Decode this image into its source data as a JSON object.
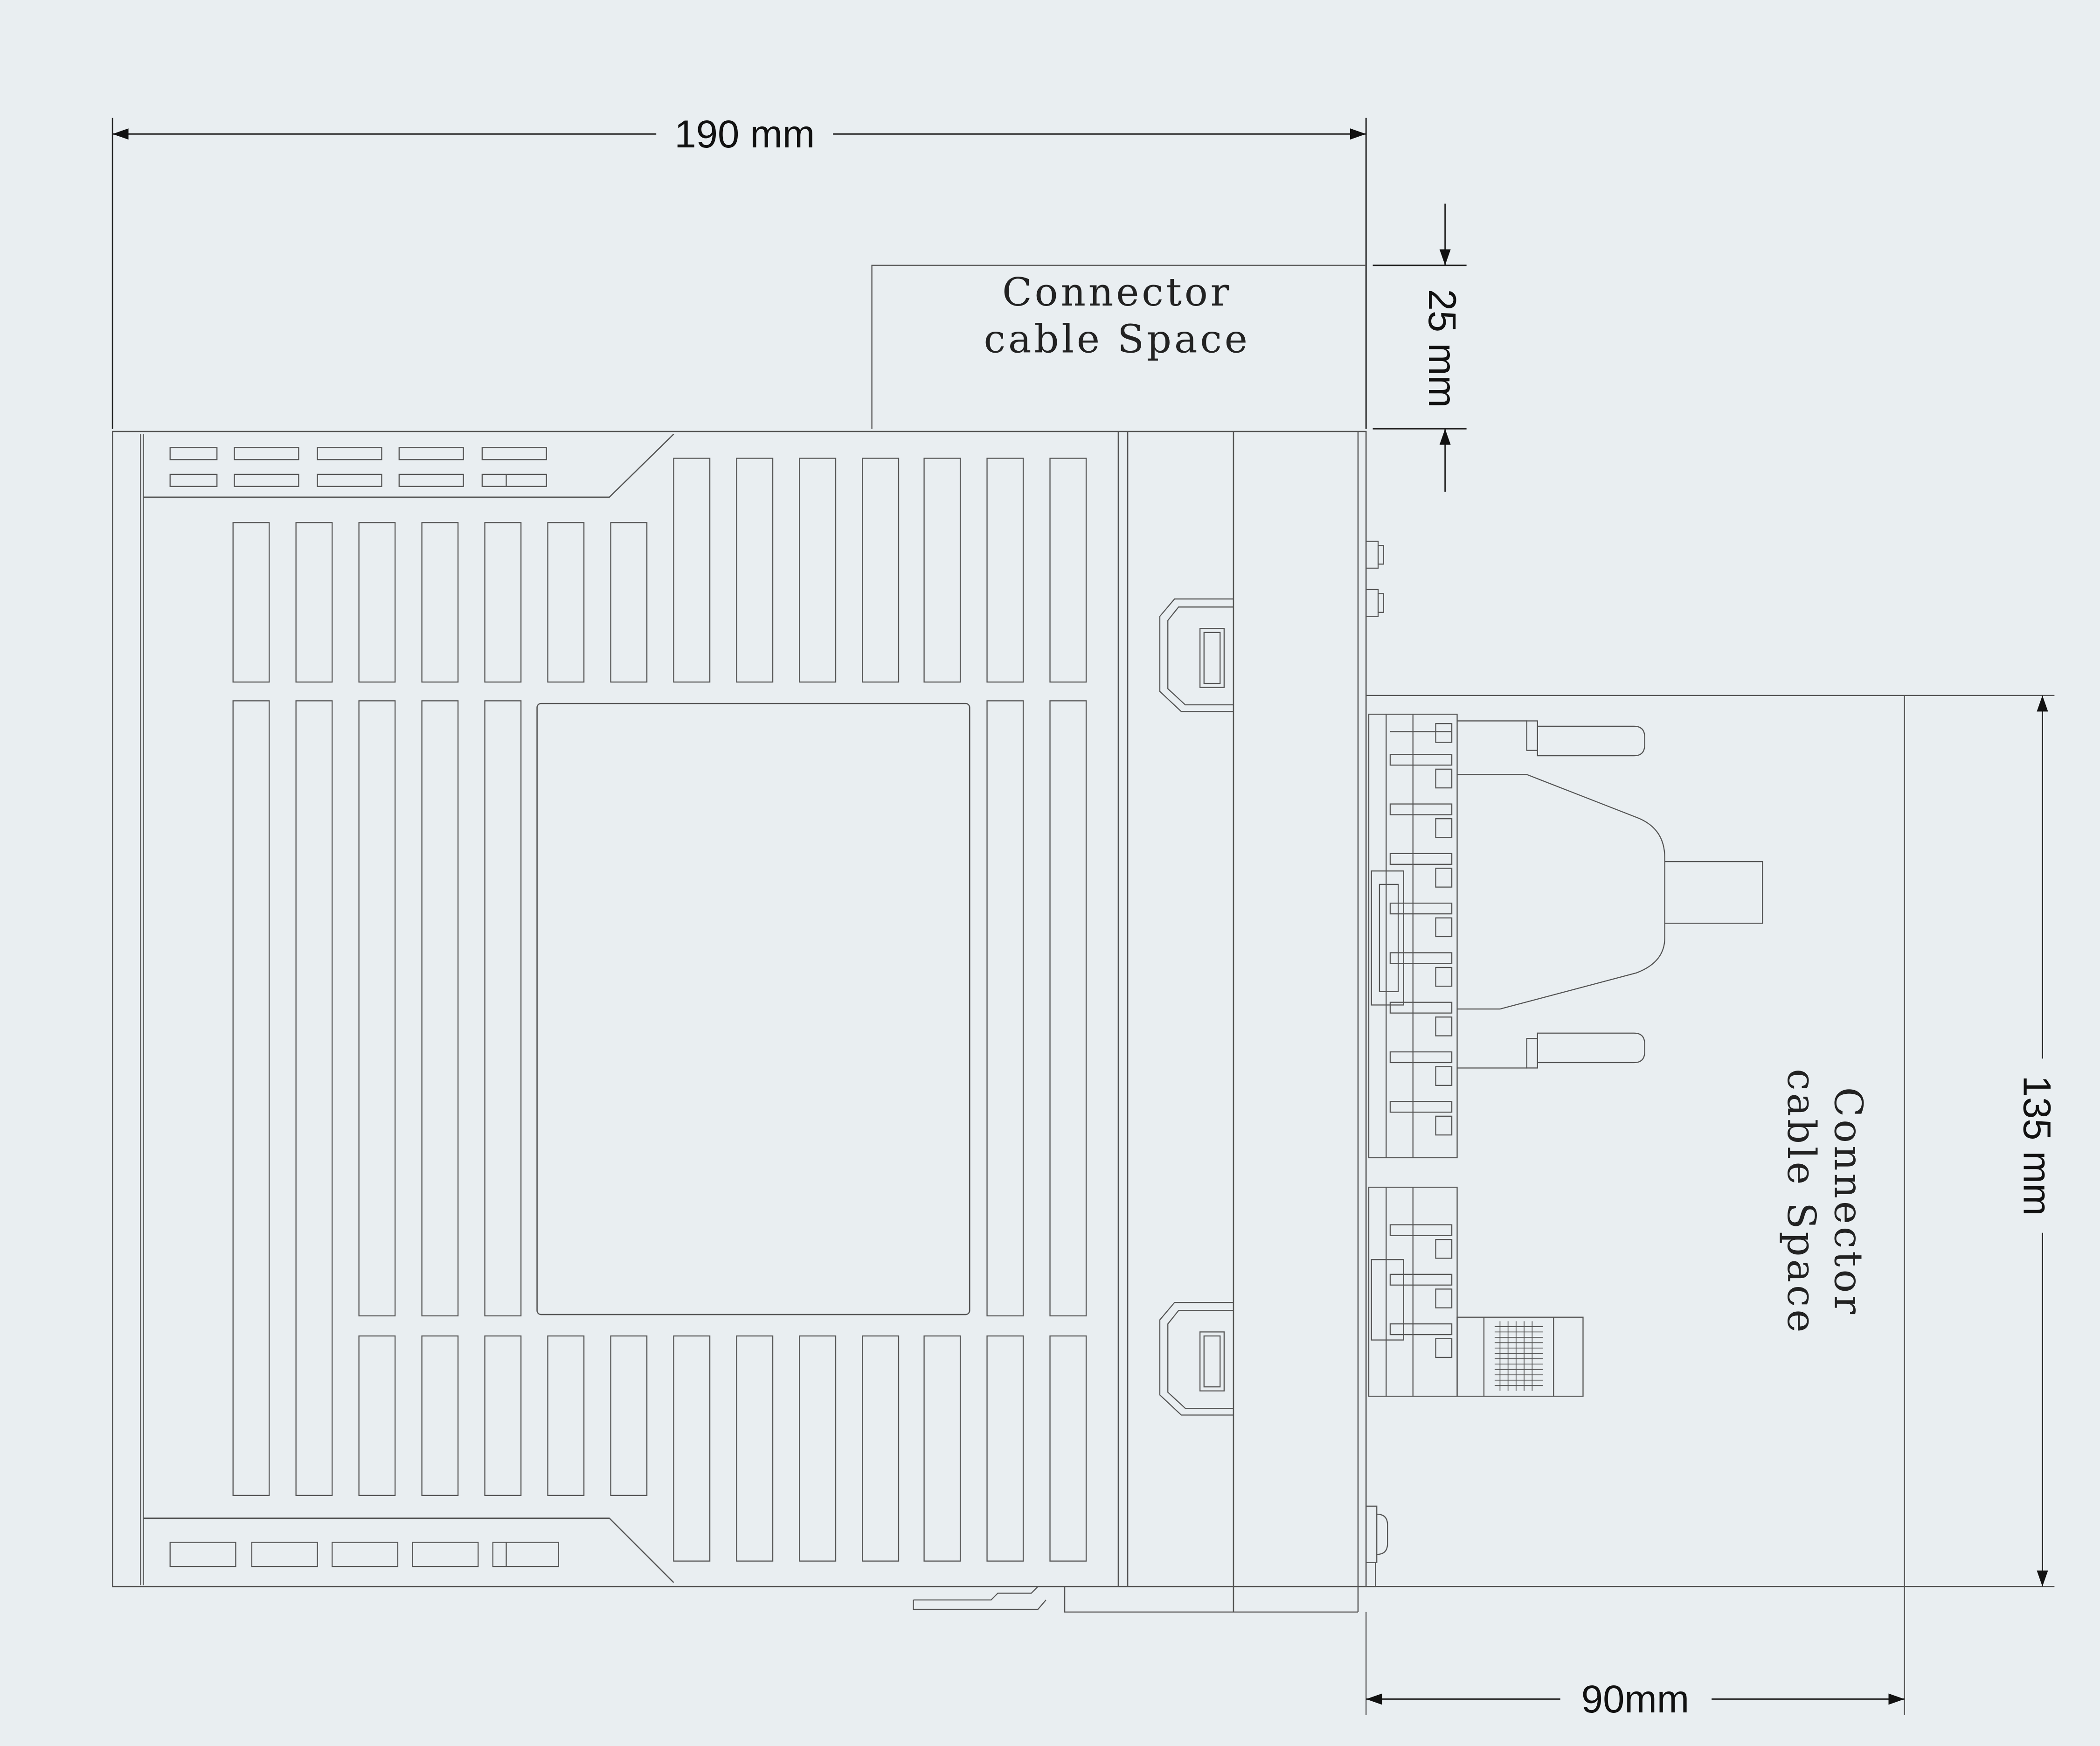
{
  "dimensions": {
    "width_total": "190 mm",
    "top_clearance": "25 mm",
    "side_height": "135 mm",
    "side_clearance": "90mm"
  },
  "notes": {
    "top_space": {
      "line1": "Connector",
      "line2": "cable Space"
    },
    "side_space": {
      "line1": "Connector",
      "line2": "cable Space"
    }
  },
  "colors": {
    "background": "#e9eef1",
    "line": "#555555",
    "dimension": "#111111"
  }
}
